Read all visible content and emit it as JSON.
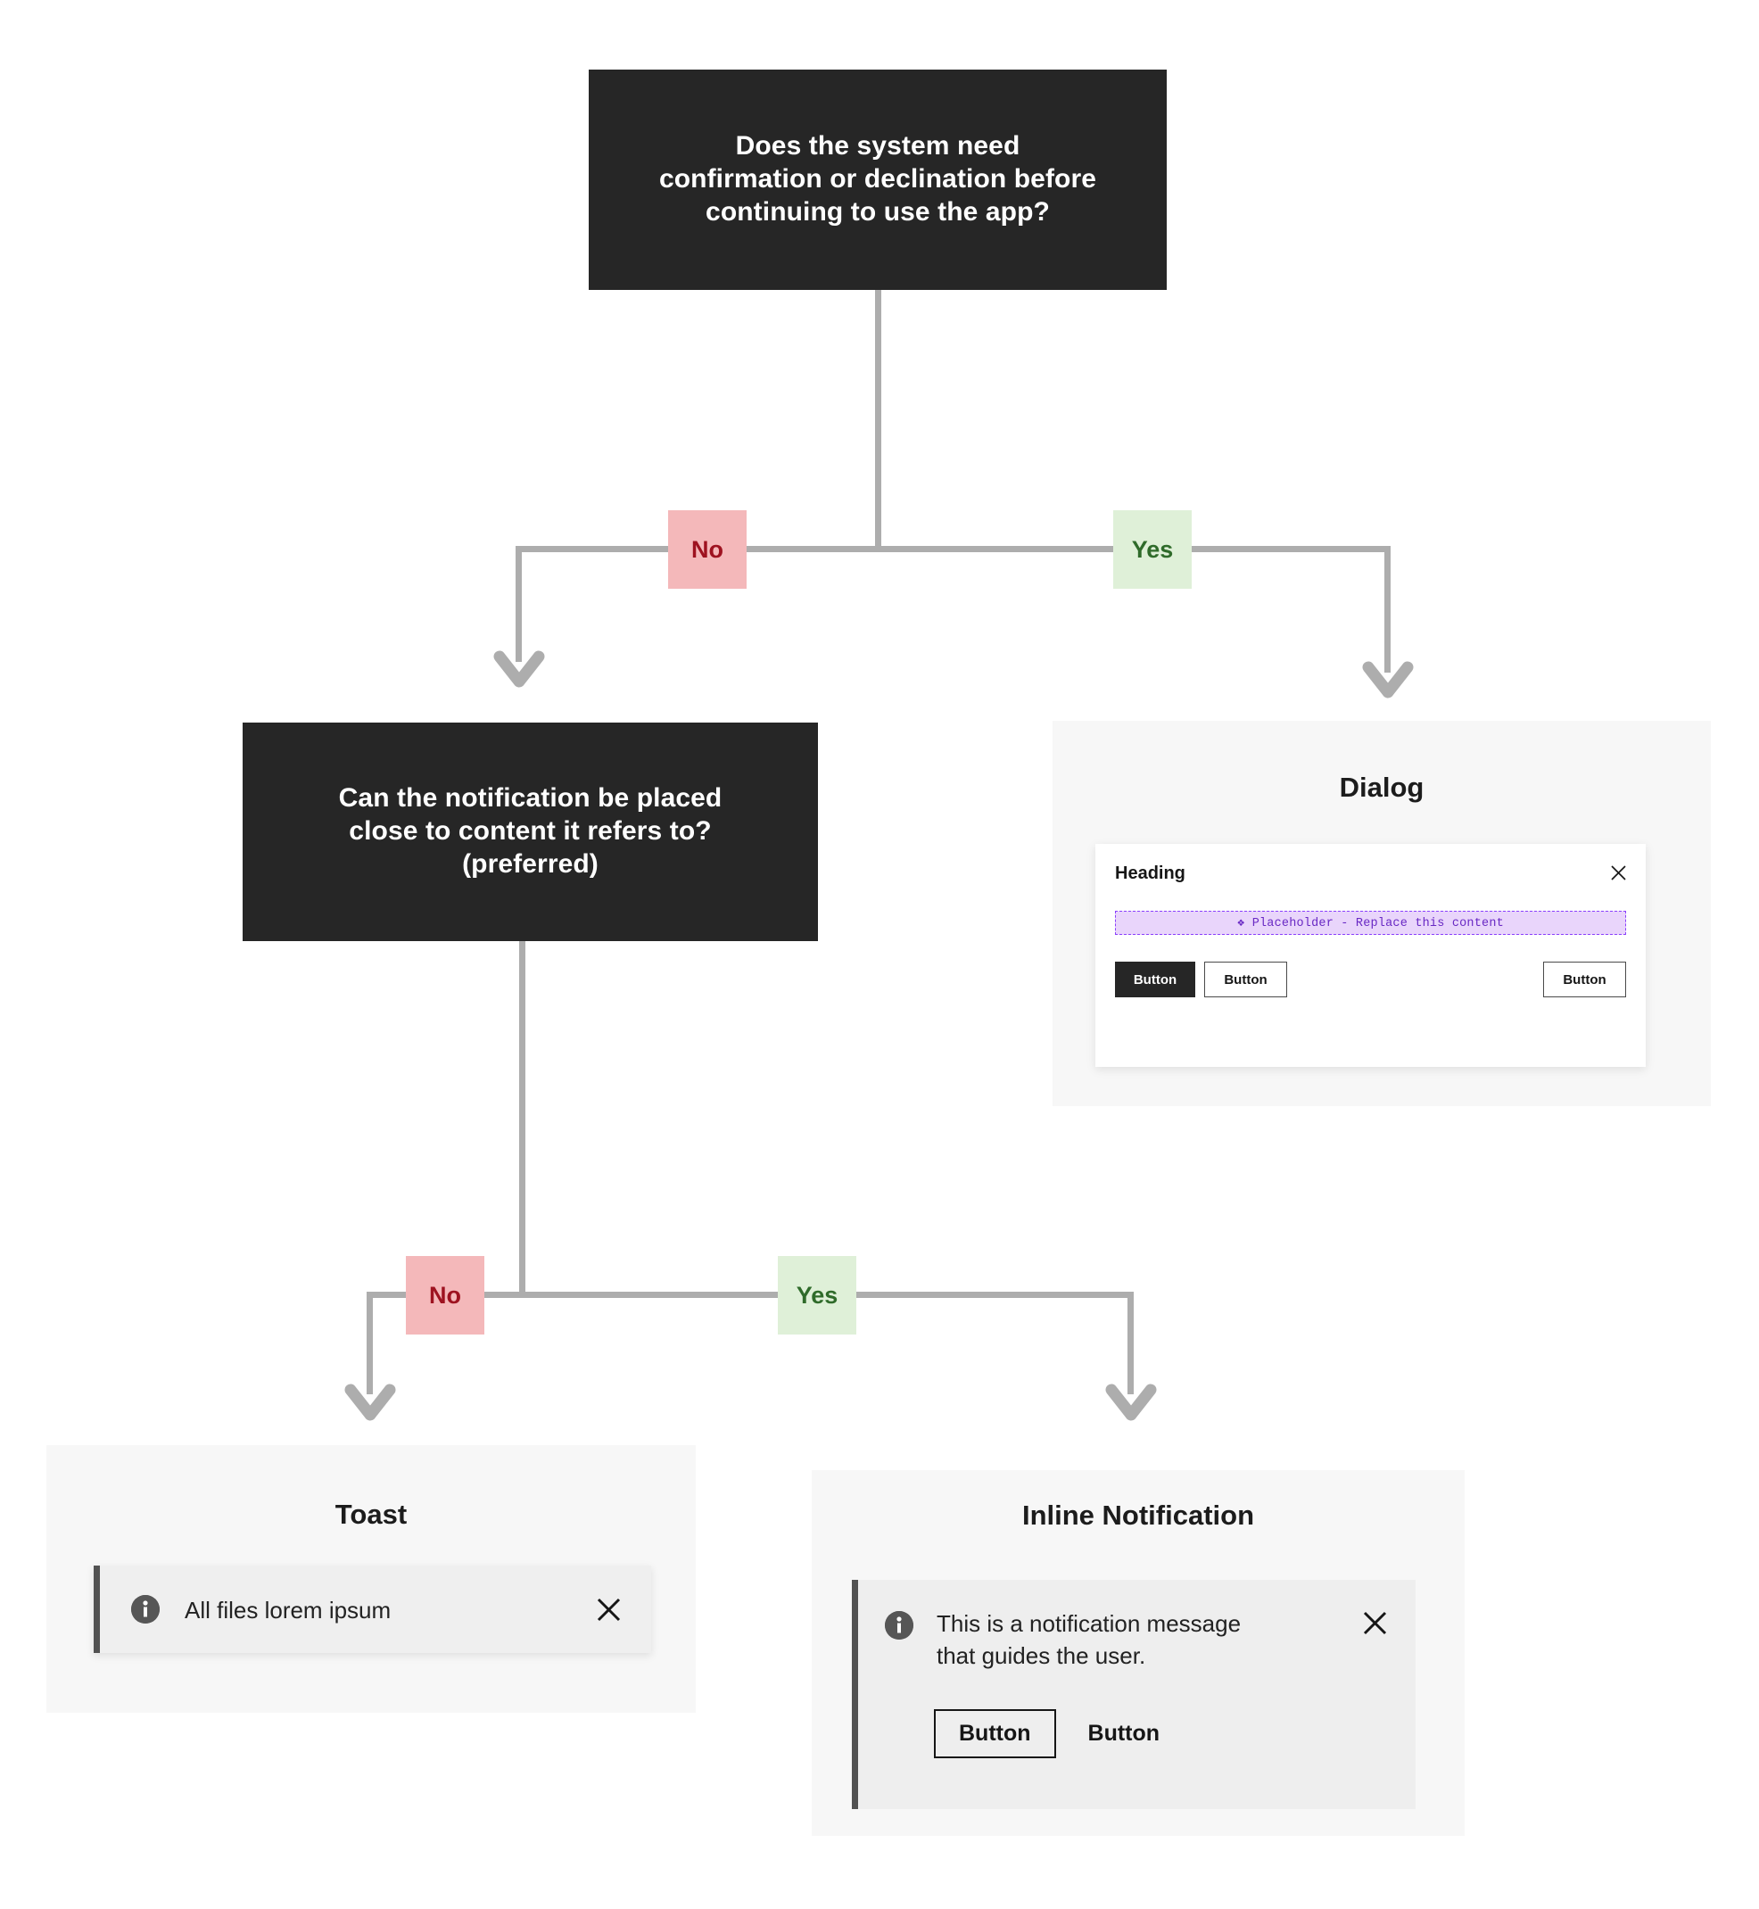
{
  "flow": {
    "decisions": [
      {
        "id": "decision-1",
        "text": "Does the system need\nconfirmation or declination before\ncontinuing to use the app?"
      },
      {
        "id": "decision-2",
        "text": "Can the notification be placed\nclose to content it refers to?\n(preferred)"
      }
    ],
    "branch_labels": {
      "no": "No",
      "yes": "Yes"
    },
    "colors": {
      "decision_bg": "#262626",
      "decision_text": "#ffffff",
      "connector": "#adadad",
      "no_bg": "#f4b8ba",
      "no_text": "#9e1220",
      "yes_bg": "#dff0d8",
      "yes_text": "#2f6b2a",
      "panel_bg": "#f7f7f7",
      "notification_bg": "#eeeeee",
      "notification_accent": "#525252",
      "placeholder_bg": "#e9d5fb",
      "placeholder_border": "#8a3ffc",
      "placeholder_text": "#6929c4"
    }
  },
  "dialog_panel": {
    "title": "Dialog",
    "card": {
      "heading": "Heading",
      "close_icon": "close-icon",
      "placeholder": "❖ Placeholder -  Replace this content",
      "buttons": [
        {
          "label": "Button",
          "variant": "primary"
        },
        {
          "label": "Button",
          "variant": "secondary"
        },
        {
          "label": "Button",
          "variant": "secondary"
        }
      ]
    }
  },
  "toast_panel": {
    "title": "Toast",
    "notification": {
      "icon": "info-icon",
      "message": "All files lorem ipsum",
      "close_icon": "close-icon"
    }
  },
  "inline_panel": {
    "title": "Inline Notification",
    "notification": {
      "icon": "info-icon",
      "message": "This is a notification message\nthat guides the user.",
      "close_icon": "close-icon",
      "buttons": [
        {
          "label": "Button",
          "variant": "outline"
        },
        {
          "label": "Button",
          "variant": "ghost"
        }
      ]
    }
  }
}
